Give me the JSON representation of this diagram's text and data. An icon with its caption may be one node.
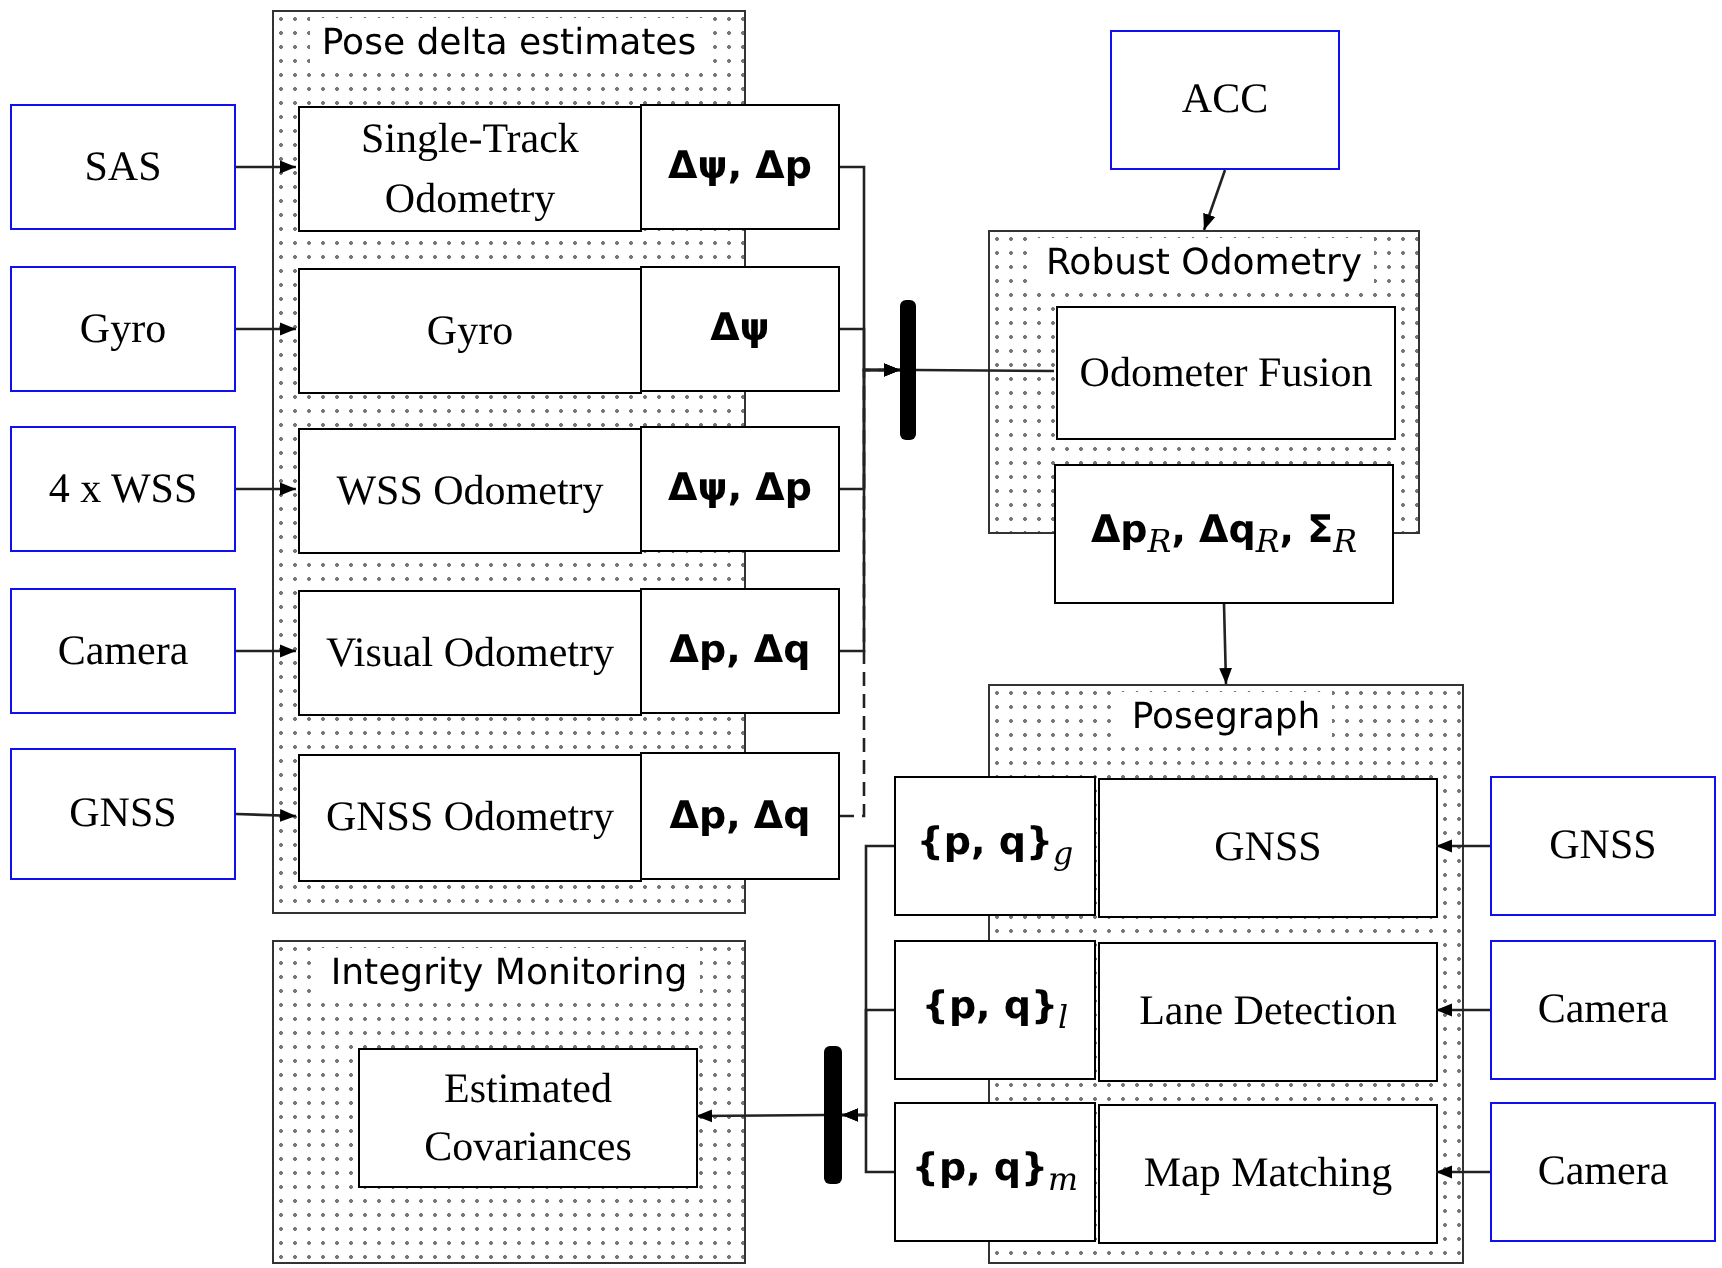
{
  "diagram": {
    "nodes": [
      {
        "text": [
          "Pose delta estimates"
        ]
      },
      {
        "text": [
          "Single-Track Odometry"
        ],
        "in": 0
      },
      {
        "text": [
          "Δψ, Δ**p**"
        ]
      },
      {
        "text": [
          "Gyro"
        ],
        "in": 0
      },
      {
        "text": [
          "Δψ"
        ]
      },
      {
        "text": [
          "WSS Odometry"
        ],
        "in": 0
      },
      {
        "text": [
          "Δψ, Δ**p**"
        ]
      },
      {
        "text": [
          "Visual Odometry"
        ],
        "in": 0
      },
      {
        "text": [
          "Δ**p**, Δ**q**"
        ]
      },
      {
        "text": [
          "GNSS Odometry"
        ],
        "in": 0
      },
      {
        "text": [
          "Δ**p**, Δ**q**"
        ]
      },
      {
        "text": [
          "SAS"
        ]
      },
      {
        "text": [
          "Gyro"
        ]
      },
      {
        "text": [
          "4 x WSS"
        ]
      },
      {
        "text": [
          "Camera"
        ]
      },
      {
        "text": [
          "GNSS"
        ]
      },
      {
        "text": [],
        "shape": "bar"
      },
      {
        "text": [
          "ACC"
        ]
      },
      {
        "text": [
          "Robust Odometry"
        ]
      },
      {
        "text": [
          "Odometer Fusion"
        ],
        "in": 18
      },
      {
        "text": [
          "Δ**p**$_{R}$, Δ**q**$_{R}$, **Σ**$_{R}$"
        ]
      },
      {
        "text": [
          "Posegraph"
        ]
      },
      {
        "text": [
          "{**p**, **q**}$_{g}$"
        ]
      },
      {
        "text": [
          "GNSS"
        ],
        "in": 21
      },
      {
        "text": [
          "{**p**, **q**}$_{l}$"
        ]
      },
      {
        "text": [
          "Lane Detection"
        ],
        "in": 21
      },
      {
        "text": [
          "{**p**, **q**}$_{m}$"
        ]
      },
      {
        "text": [
          "Map Matching"
        ],
        "in": 21
      },
      {
        "text": [
          "GNSS"
        ]
      },
      {
        "text": [
          "Camera"
        ]
      },
      {
        "text": [
          "Camera"
        ]
      },
      {
        "text": [],
        "shape": "bar"
      },
      {
        "text": [
          "Integrity Monitoring"
        ]
      },
      {
        "text": [
          "Estimated Covariances"
        ],
        "in": 32
      }
    ],
    "edges": [
      {
        "from": 11,
        "to": 1,
        "arrow": "to"
      },
      {
        "from": 12,
        "to": 3,
        "arrow": "to"
      },
      {
        "from": 13,
        "to": 5,
        "arrow": "to"
      },
      {
        "from": 14,
        "to": 7,
        "arrow": "to"
      },
      {
        "from": 15,
        "to": 9,
        "arrow": "to"
      },
      {
        "from": 2,
        "to": 16,
        "arrow": "to"
      },
      {
        "from": 4,
        "to": 16,
        "arrow": "to"
      },
      {
        "from": 6,
        "to": 16,
        "arrow": "to"
      },
      {
        "from": 8,
        "to": 16,
        "arrow": "to"
      },
      {
        "from": 10,
        "to": 16,
        "arrow": "to",
        "style": "dashed"
      },
      {
        "from": 16,
        "to": 19,
        "arrow": "none"
      },
      {
        "from": 17,
        "to": 18,
        "arrow": "to"
      },
      {
        "from": 20,
        "to": 21,
        "arrow": "to"
      },
      {
        "from": 28,
        "to": 23,
        "arrow": "to"
      },
      {
        "from": 29,
        "to": 25,
        "arrow": "to"
      },
      {
        "from": 30,
        "to": 27,
        "arrow": "to"
      },
      {
        "from": 22,
        "to": 31,
        "arrow": "to"
      },
      {
        "from": 24,
        "to": 31,
        "arrow": "to"
      },
      {
        "from": 26,
        "to": 31,
        "arrow": "to"
      },
      {
        "from": 31,
        "to": 33,
        "arrow": "to"
      }
    ]
  }
}
